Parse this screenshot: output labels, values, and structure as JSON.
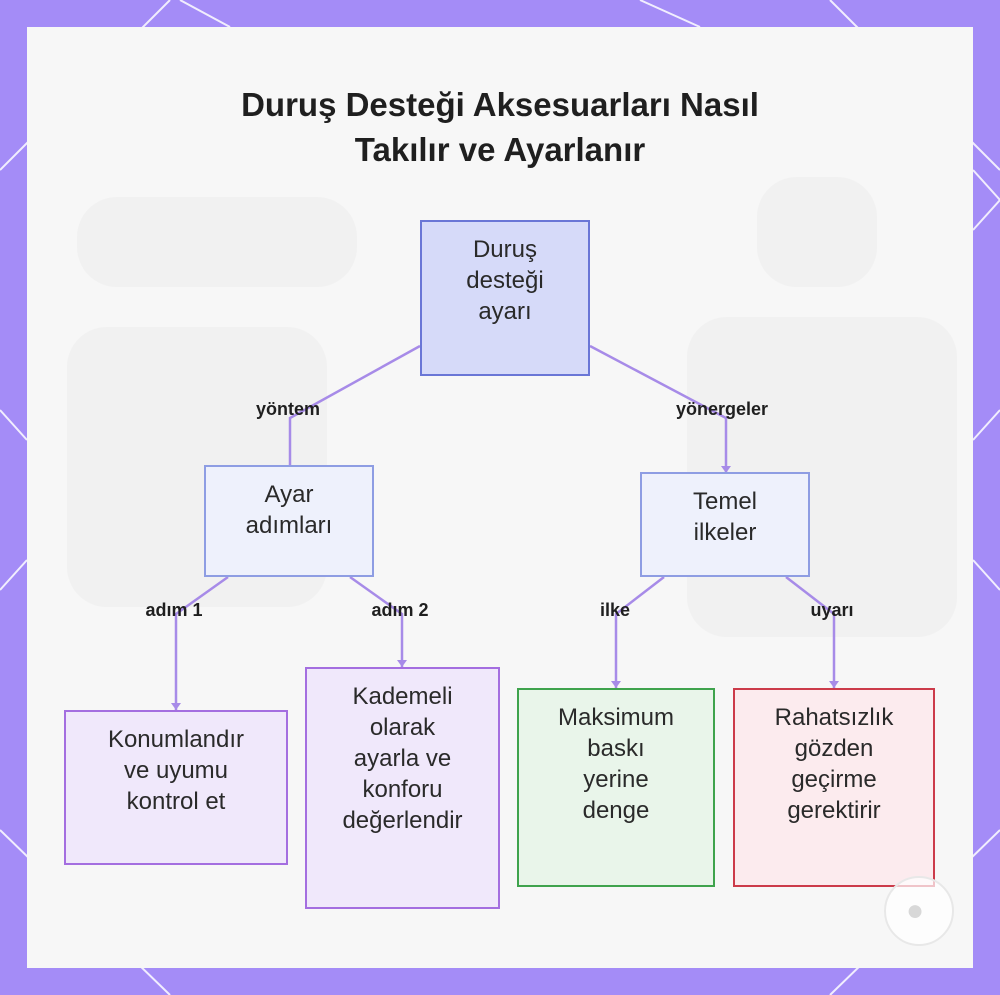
{
  "diagram": {
    "title_lines": [
      "Duruş Desteği Aksesuarları Nasıl",
      "Takılır ve Ayarlanır"
    ],
    "nodes": {
      "root": "Duruş\ndesteği\nayarı",
      "steps": "Ayar\nadımları",
      "principles": "Temel\nilkeler",
      "step1": "Konumlandır\nve uyumu\nkontrol et",
      "step2": "Kademeli\nolarak\nayarla ve\nkonforu\ndeğerlendir",
      "principle1": "Maksimum\nbaskı\nyerine\ndenge",
      "warning": "Rahatsızlık\ngözden\ngeçirme\ngerektirir"
    },
    "edges": {
      "method": "yöntem",
      "guidelines": "yönergeler",
      "step_1": "adım 1",
      "step_2": "adım 2",
      "principle": "ilke",
      "warning": "uyarı"
    },
    "colors": {
      "frame": "#a48cf7",
      "edge": "#a78be8",
      "root_fill": "#d6daf9",
      "root_border": "#6a76d6",
      "mid_fill": "#eef1fc",
      "mid_border": "#8e9de3",
      "purple_fill": "#f0e8fb",
      "purple_border": "#a46ee0",
      "green_fill": "#e9f5ea",
      "green_border": "#3fa34d",
      "red_fill": "#fcebee",
      "red_border": "#cc3b4a"
    }
  }
}
